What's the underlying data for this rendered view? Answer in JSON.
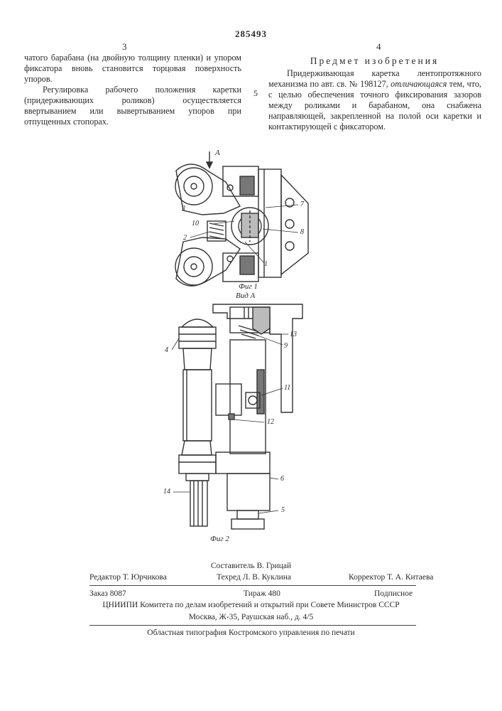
{
  "header": {
    "patent_number": "285493",
    "col_left_number": "3",
    "col_right_number": "4"
  },
  "left_column": {
    "p1": "чатого барабана (на двойную толщину пленки) и упором фиксатора вновь становится торцовая поверхность упоров.",
    "p2": "Регулировка рабочего положения каретки (придерживающих роликов) осуществляется ввертыванием или вывертыванием упоров при отпущенных стопорах."
  },
  "right_column": {
    "heading": "Предмет изобретения",
    "margin_line_number": "5",
    "claim_start": "Придерживающая каретка лентопротяжного механизма по авт. св. № 198127, ",
    "claim_italic": "отличающаяся",
    "claim_end": " тем, что, с целью обеспечения точного фиксирования зазоров между роликами и барабаном, она снабжена направляющей, закрепленной на полой оси каретки и контактирующей с фиксатором."
  },
  "figures": {
    "fig1_caption": "Фиг 1",
    "view_a": "Вид А",
    "arrow_label": "А",
    "fig2_caption": "Фиг 2",
    "fig1_labels": {
      "l7": "7",
      "l8": "8",
      "l3": "3",
      "l10": "10",
      "l2": "2",
      "l1": "1"
    },
    "fig2_labels": {
      "l13": "13",
      "l9": "9",
      "l4": "4",
      "l11": "11",
      "l12": "12",
      "l6": "6",
      "l14": "14",
      "l5": "5"
    }
  },
  "footer": {
    "compiler": "Составитель В. Грицай",
    "editor": "Редактор Т. Юрчикова",
    "techred": "Техред Л. В. Куклина",
    "corrector": "Корректор Т. А. Китаева",
    "order": "Заказ 8087",
    "circulation": "Тираж 480",
    "subscription": "Подписное",
    "org_line1": "ЦНИИПИ Комитета по делам изобретений и открытий при Совете Министров СССР",
    "org_line2": "Москва, Ж-35, Раушская наб., д. 4/5",
    "printer": "Областная типография Костромского управления по печати"
  }
}
